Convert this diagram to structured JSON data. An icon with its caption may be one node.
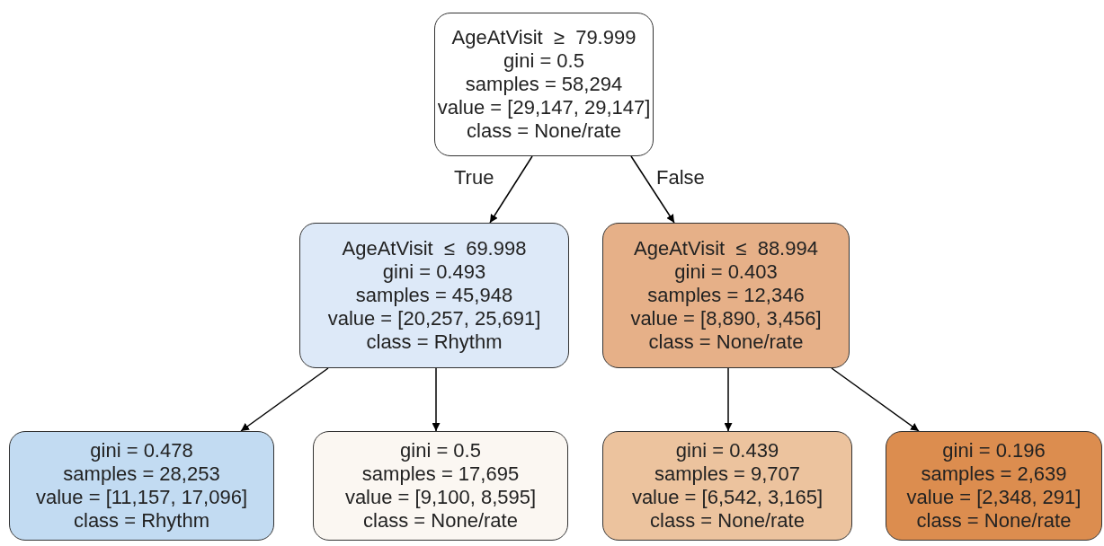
{
  "diagram": {
    "nodes": [
      {
        "text": [
          "AgeAtVisit  ≥  79.999",
          "gini = 0.5",
          "samples = 58,294",
          "value = [29,147, 29,147]",
          "class = None/rate"
        ]
      },
      {
        "text": [
          "AgeAtVisit  ≤  69.998",
          "gini = 0.493",
          "samples = 45,948",
          "value = [20,257, 25,691]",
          "class = Rhythm"
        ]
      },
      {
        "text": [
          "AgeAtVisit  ≤  88.994",
          "gini = 0.403",
          "samples = 12,346",
          "value = [8,890, 3,456]",
          "class = None/rate"
        ]
      },
      {
        "text": [
          "gini = 0.478",
          "samples = 28,253",
          "value = [11,157, 17,096]",
          "class = Rhythm"
        ]
      },
      {
        "text": [
          "gini = 0.5",
          "samples = 17,695",
          "value = [9,100, 8,595]",
          "class = None/rate"
        ]
      },
      {
        "text": [
          "gini = 0.439",
          "samples = 9,707",
          "value = [6,542, 3,165]",
          "class = None/rate"
        ]
      },
      {
        "text": [
          "gini = 0.196",
          "samples = 2,639",
          "value = [2,348, 291]",
          "class = None/rate"
        ]
      }
    ],
    "edges": [
      {
        "from": 0,
        "to": 1,
        "arrow": "to",
        "label": "True"
      },
      {
        "from": 0,
        "to": 2,
        "arrow": "to",
        "label": "False"
      },
      {
        "from": 1,
        "to": 3,
        "arrow": "to"
      },
      {
        "from": 1,
        "to": 4,
        "arrow": "to"
      },
      {
        "from": 2,
        "to": 5,
        "arrow": "to"
      },
      {
        "from": 2,
        "to": 6,
        "arrow": "to"
      }
    ]
  }
}
